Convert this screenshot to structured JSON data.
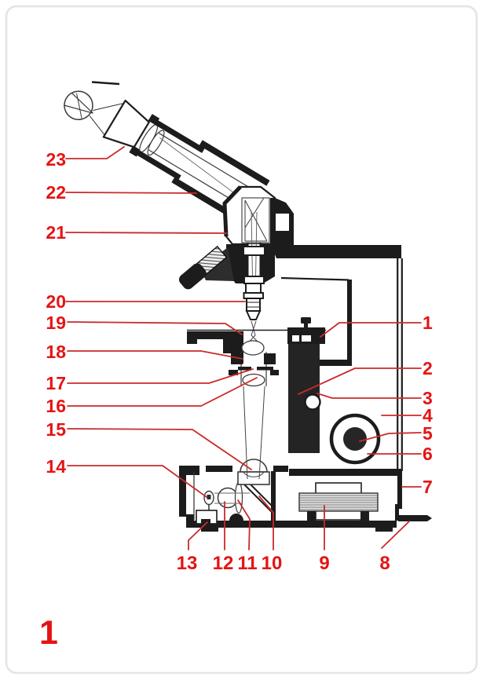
{
  "figure_label": "1",
  "accent_color": "#e51414",
  "leader_color": "#c92b2b",
  "drawing_color": "#1c1c1c",
  "callouts": {
    "c1": "1",
    "c2": "2",
    "c3": "3",
    "c4": "4",
    "c5": "5",
    "c6": "6",
    "c7": "7",
    "c8": "8",
    "c9": "9",
    "c10": "10",
    "c11": "11",
    "c12": "12",
    "c13": "13",
    "c14": "14",
    "c15": "15",
    "c16": "16",
    "c17": "17",
    "c18": "18",
    "c19": "19",
    "c20": "20",
    "c21": "21",
    "c22": "22",
    "c23": "23"
  }
}
